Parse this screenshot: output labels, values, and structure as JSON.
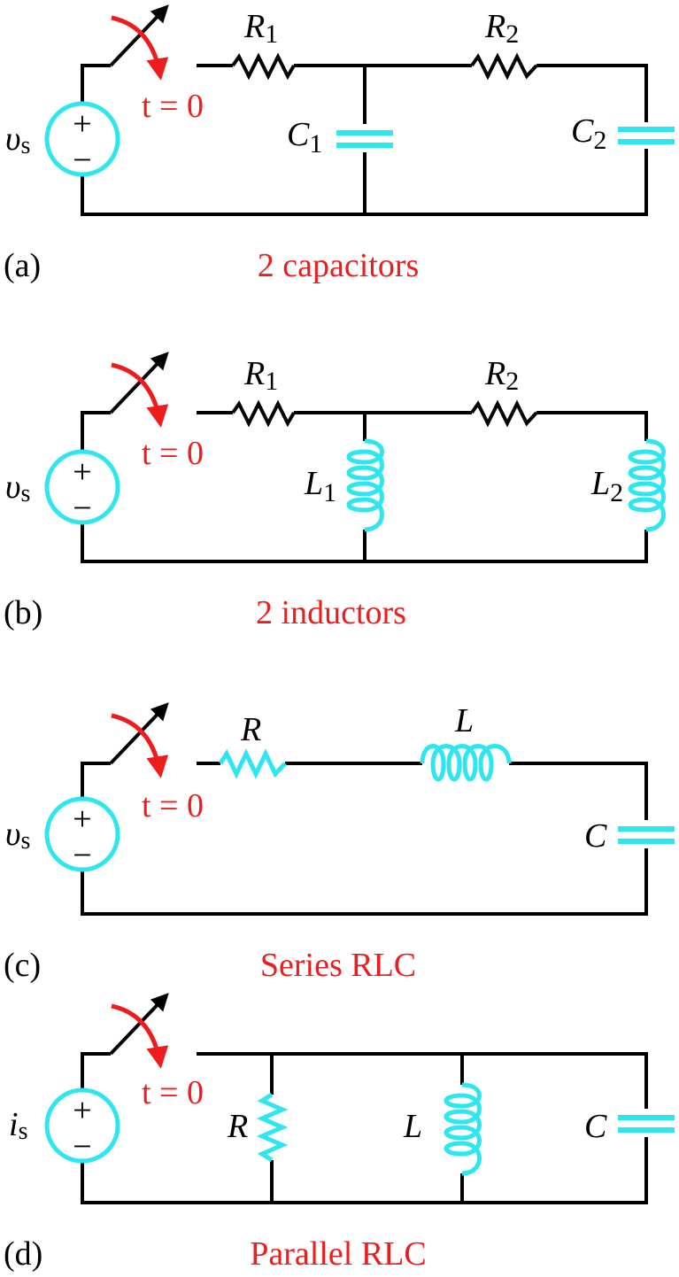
{
  "colors": {
    "wire": "#000000",
    "component": "#2ee6f0",
    "annotation": "#ee1c1c"
  },
  "source_labels": {
    "voltage_main": "υ",
    "voltage_sub": "s",
    "current_main": "i",
    "current_sub": "s",
    "plus": "+",
    "minus": "−"
  },
  "switch_label": "t = 0",
  "panels": [
    {
      "tag": "(a)",
      "caption": "2 capacitors",
      "labels": {
        "r1": "R",
        "r1_sub": "1",
        "r2": "R",
        "r2_sub": "2",
        "c1": "C",
        "c1_sub": "1",
        "c2": "C",
        "c2_sub": "2"
      }
    },
    {
      "tag": "(b)",
      "caption": "2 inductors",
      "labels": {
        "r1": "R",
        "r1_sub": "1",
        "r2": "R",
        "r2_sub": "2",
        "l1": "L",
        "l1_sub": "1",
        "l2": "L",
        "l2_sub": "2"
      }
    },
    {
      "tag": "(c)",
      "caption": "Series RLC",
      "labels": {
        "r": "R",
        "l": "L",
        "c": "C"
      }
    },
    {
      "tag": "(d)",
      "caption": "Parallel RLC",
      "labels": {
        "r": "R",
        "l": "L",
        "c": "C"
      }
    }
  ]
}
